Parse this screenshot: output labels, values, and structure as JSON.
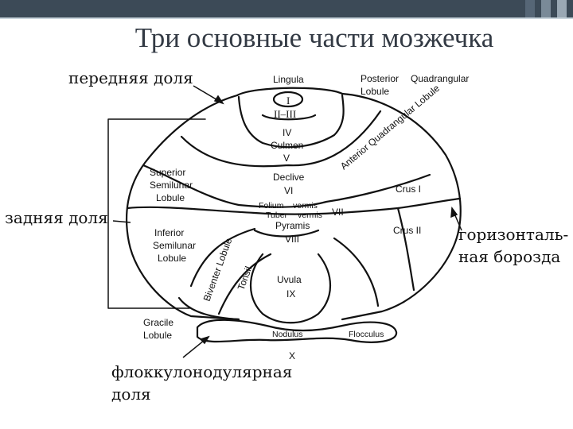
{
  "slide": {
    "title": "Три основные части мозжечка"
  },
  "callouts": {
    "anterior_lobe": "передняя доля",
    "posterior_lobe": "задняя доля",
    "horizontal_fissure_line1": "горизонталь-",
    "horizontal_fissure_line2": "ная борозда",
    "flocculonodular_line1": "флоккулонодулярная",
    "flocculonodular_line2": "доля"
  },
  "diagram": {
    "lingula": "Lingula",
    "lingula_num": "I",
    "lobules_2_3": "II–III",
    "culmen_num": "IV",
    "culmen": "Culmen",
    "culmen_num2": "V",
    "declive": "Declive",
    "declive_num": "VI",
    "folium": "Folium",
    "vermis1": "vermis",
    "tuber": "Tuber",
    "vermis2": "vermis",
    "vii": "VII",
    "pyramis": "Pyramis",
    "pyramis_num": "VIII",
    "uvula": "Uvula",
    "uvula_num": "IX",
    "nodulus": "Nodulus",
    "nodulus_num": "X",
    "flocculus": "Flocculus",
    "posterior_quadrangular_1": "Posterior",
    "posterior_quadrangular_2": "Quadrangular",
    "posterior_quadrangular_3": "Lobule",
    "anterior_quadrangular": "Anterior Quadrangular Lobule",
    "crus1": "Crus I",
    "crus2": "Crus II",
    "superior_semilunar_1": "Superior",
    "superior_semilunar_2": "Semilunar",
    "superior_semilunar_3": "Lobule",
    "inferior_semilunar_1": "Inferior",
    "inferior_semilunar_2": "Semilunar",
    "inferior_semilunar_3": "Lobule",
    "biventer": "Biventer Lobule",
    "tonsil": "Tonsil",
    "gracile_1": "Gracile",
    "gracile_2": "Lobule"
  }
}
